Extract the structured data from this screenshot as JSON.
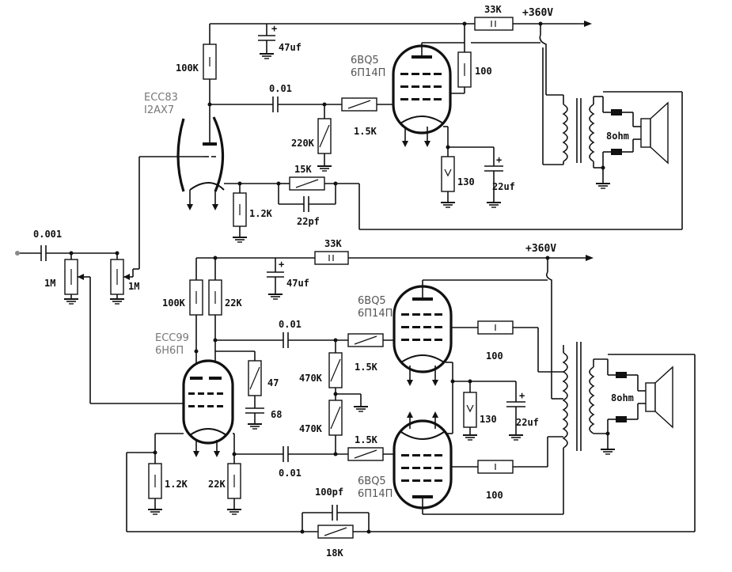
{
  "supply": {
    "top": "+360V",
    "bottom": "+360V"
  },
  "top_channel": {
    "driver_tube": {
      "name": "ECC83",
      "alt": "I2AX7"
    },
    "plate_resistor": "100K",
    "supply_resistor": "33K",
    "supply_cap": "47uf",
    "coupling_cap": "0.01",
    "grid_leak": "220K",
    "grid_stopper": "1.5K",
    "output_tube": {
      "name": "6BQ5",
      "alt": "6П14П"
    },
    "screen_resistor": "100",
    "cathode_resistor": "130",
    "cathode_cap": "22uf",
    "cathode_resistor_driver": "1.2K",
    "feedback_resistor": "15K",
    "feedback_cap": "22pf",
    "speaker": "8ohm"
  },
  "input": {
    "cap": "0.001",
    "pot_left": "1M",
    "pot_right": "1M"
  },
  "bottom_channel": {
    "supply_resistor": "33K",
    "supply_cap": "47uf",
    "plate_resistor_a": "100K",
    "plate_resistor_b": "22K",
    "driver_tube": {
      "name": "ECC99",
      "alt": "6H6П"
    },
    "coupling_cap_upper": "0.01",
    "coupling_cap_lower": "0.01",
    "grid_resistor_upper": "470K",
    "grid_resistor_lower": "470K",
    "grid_stopper_upper": "1.5K",
    "grid_stopper_lower": "1.5K",
    "rc_resistor": "47",
    "rc_cap": "68",
    "output_tube_upper": {
      "name": "6BQ5",
      "alt": "6П14П"
    },
    "output_tube_lower": {
      "name": "6BQ5",
      "alt": "6П14П"
    },
    "screen_resistor_upper": "100",
    "screen_resistor_lower": "100",
    "cathode_resistor": "130",
    "cathode_cap": "22uf",
    "cathode_resistor_left": "1.2K",
    "cathode_resistor_right": "22K",
    "feedback_cap": "100pf",
    "feedback_resistor": "18K",
    "speaker": "8ohm"
  }
}
